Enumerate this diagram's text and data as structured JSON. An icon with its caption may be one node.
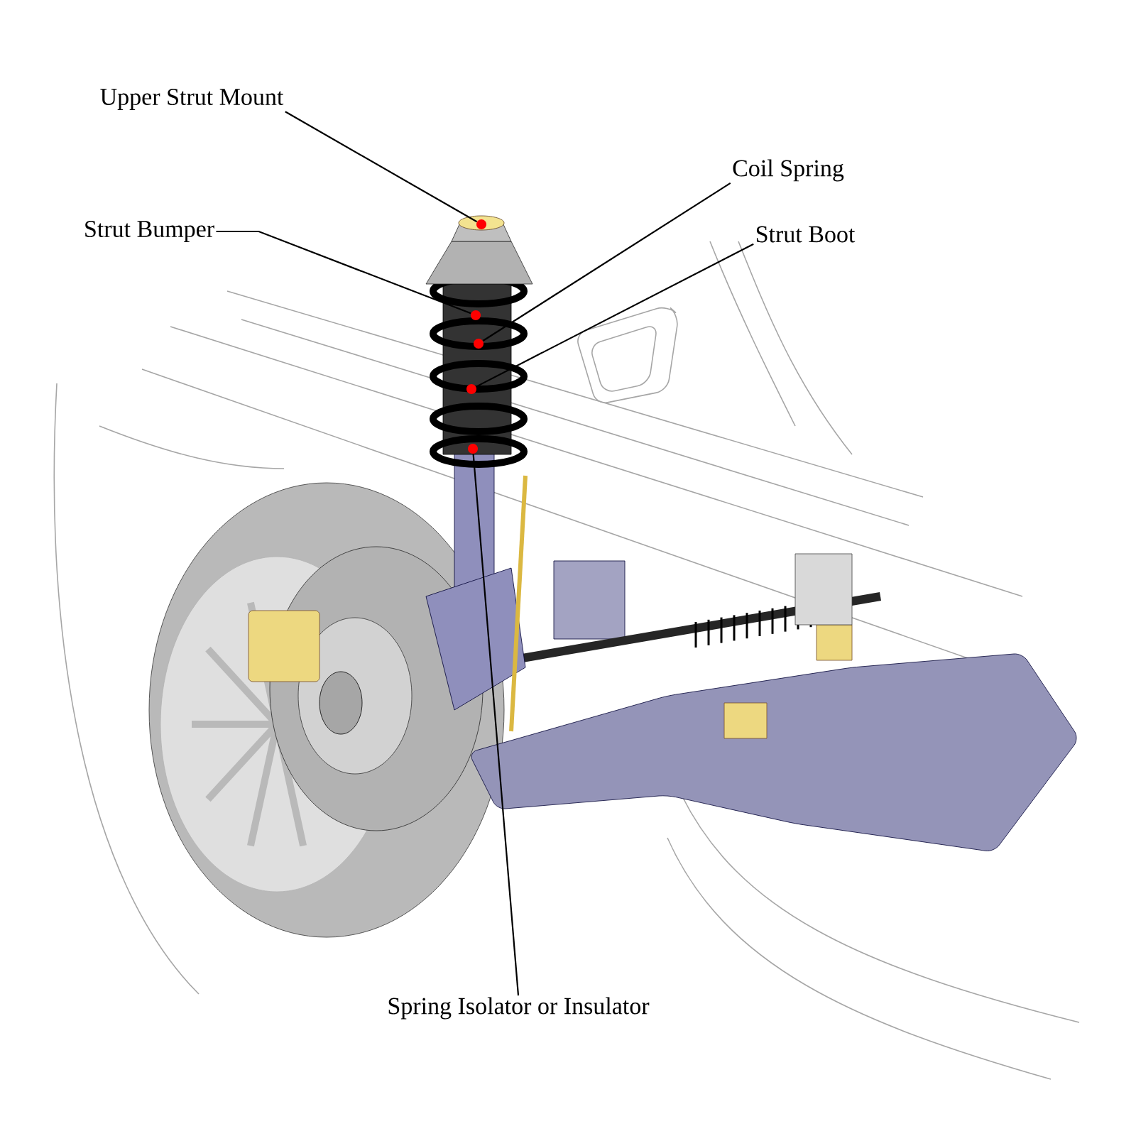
{
  "diagram": {
    "nodes": [
      {
        "text": [
          "Upper Strut Mount"
        ]
      },
      {
        "text": [
          "Coil Spring"
        ]
      },
      {
        "text": [
          "Strut Bumper"
        ]
      },
      {
        "text": [
          "Strut Boot"
        ]
      },
      {
        "text": [
          "Spring Isolator or Insulator"
        ]
      },
      {
        "text": [],
        "shape": "circle"
      },
      {
        "text": [],
        "shape": "circle"
      },
      {
        "text": [],
        "shape": "circle"
      },
      {
        "text": [],
        "shape": "circle"
      },
      {
        "text": [],
        "shape": "circle"
      }
    ],
    "edges": [
      {
        "from": 0,
        "to": 5,
        "arrow": "none"
      },
      {
        "from": 1,
        "to": 7,
        "arrow": "none"
      },
      {
        "from": 2,
        "to": 6,
        "arrow": "none"
      },
      {
        "from": 3,
        "to": 8,
        "arrow": "none"
      },
      {
        "from": 4,
        "to": 9,
        "arrow": "none"
      }
    ]
  }
}
